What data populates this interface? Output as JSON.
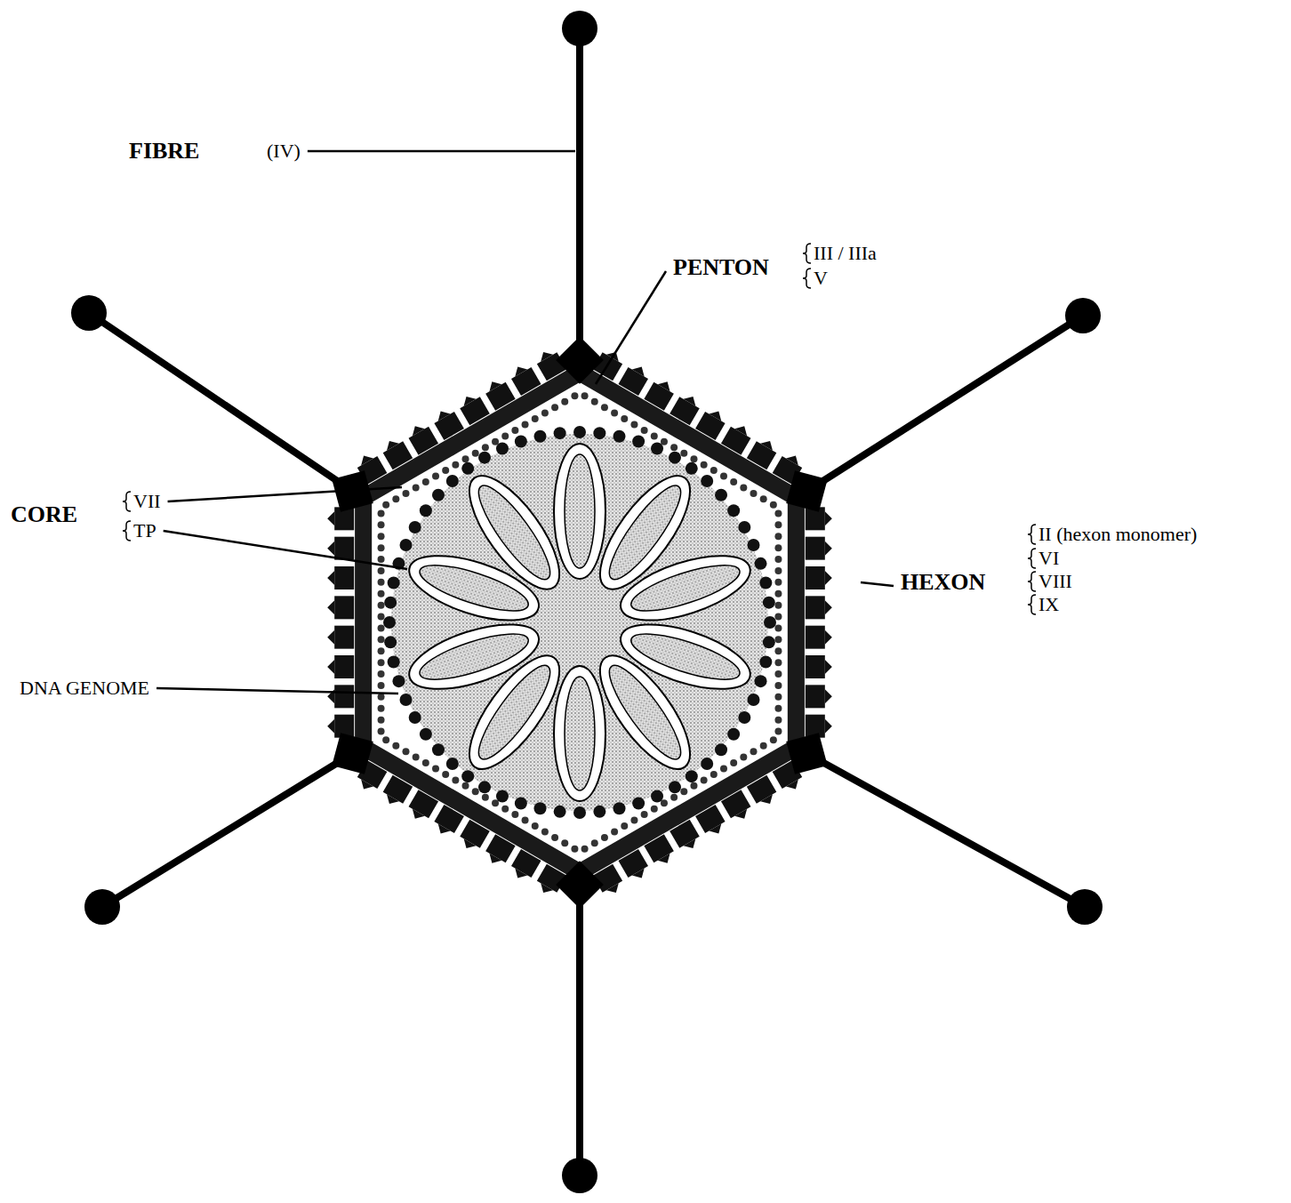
{
  "diagram": {
    "labels": [
      "FIBRE",
      "(IV)",
      "PENTON",
      "III / IIIa",
      "V",
      "CORE",
      "VII",
      "TP",
      "HEXON",
      "II (hexon monomer)",
      "VI",
      "VIII",
      "IX",
      "DNA GENOME"
    ]
  }
}
